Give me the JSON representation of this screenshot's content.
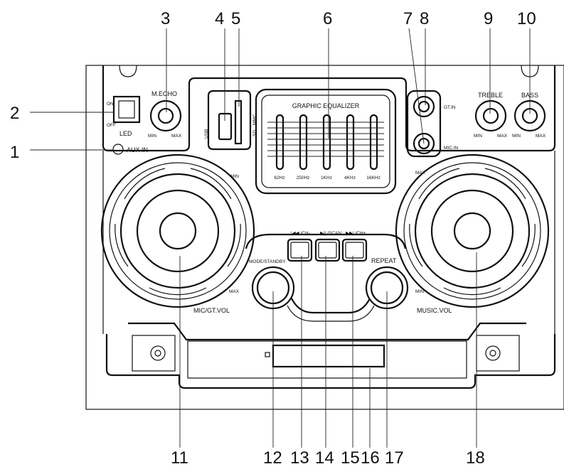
{
  "callouts": [
    "1",
    "2",
    "3",
    "4",
    "5",
    "6",
    "7",
    "8",
    "9",
    "10",
    "11",
    "12",
    "13",
    "14",
    "15",
    "16",
    "17",
    "18"
  ],
  "labels": {
    "led": "LED",
    "led_on": "ON",
    "led_off": "OFF",
    "aux_in": "AUX IN",
    "m_echo": "M.ECHO",
    "min": "MIN",
    "max": "MAX",
    "equalizer_title": "GRAPHIC EQUALIZER",
    "eq_bands": [
      "62Hz",
      "250Hz",
      "1KHz",
      "4KHz",
      "16KHz"
    ],
    "gt_in": "GT.IN",
    "mic_in": "MIC.IN",
    "treble": "TREBLE",
    "bass": "BASS",
    "mic_gt_vol": "MIC/GT.VOL",
    "music_vol": "MUSIC.VOL",
    "mode_standby": "MODE/STANDBY",
    "repeat": "REPEAT",
    "prev_ch": "|◀◀ /CH-",
    "play_scan": "▶|| /SCAN",
    "next_ch": "▶▶| /CH+",
    "usb": "USB",
    "sd": "SD",
    "mmc": "MMC"
  }
}
